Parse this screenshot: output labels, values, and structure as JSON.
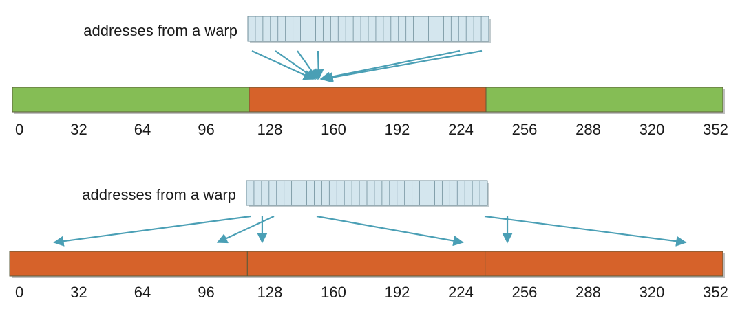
{
  "colors": {
    "green": "#85bd55",
    "orange": "#d6622a",
    "warp_fill": "#d4e6ee",
    "warp_stroke": "#6f8e9a",
    "arrow": "#4a9fb5",
    "segment_border": "#5a5a3a"
  },
  "diagrams": [
    {
      "warp_label": "addresses from a warp",
      "warp_cells": 32,
      "segments": [
        {
          "start": 0,
          "end": 128,
          "color": "green"
        },
        {
          "start": 128,
          "end": 256,
          "color": "orange"
        },
        {
          "start": 256,
          "end": 384,
          "color": "green"
        }
      ],
      "axis_ticks": [
        "0",
        "32",
        "64",
        "96",
        "128",
        "160",
        "192",
        "224",
        "256",
        "288",
        "320",
        "352"
      ],
      "arrow_targets": [
        160,
        160,
        160,
        160,
        160,
        160
      ]
    },
    {
      "warp_label": "addresses from a warp",
      "warp_cells": 32,
      "segments": [
        {
          "start": 0,
          "end": 128,
          "color": "orange"
        },
        {
          "start": 128,
          "end": 256,
          "color": "orange"
        },
        {
          "start": 256,
          "end": 384,
          "color": "orange"
        }
      ],
      "axis_ticks": [
        "0",
        "32",
        "64",
        "96",
        "128",
        "160",
        "192",
        "224",
        "256",
        "288",
        "320",
        "352"
      ],
      "arrow_targets": [
        24,
        112,
        136,
        244,
        268,
        364
      ]
    }
  ]
}
